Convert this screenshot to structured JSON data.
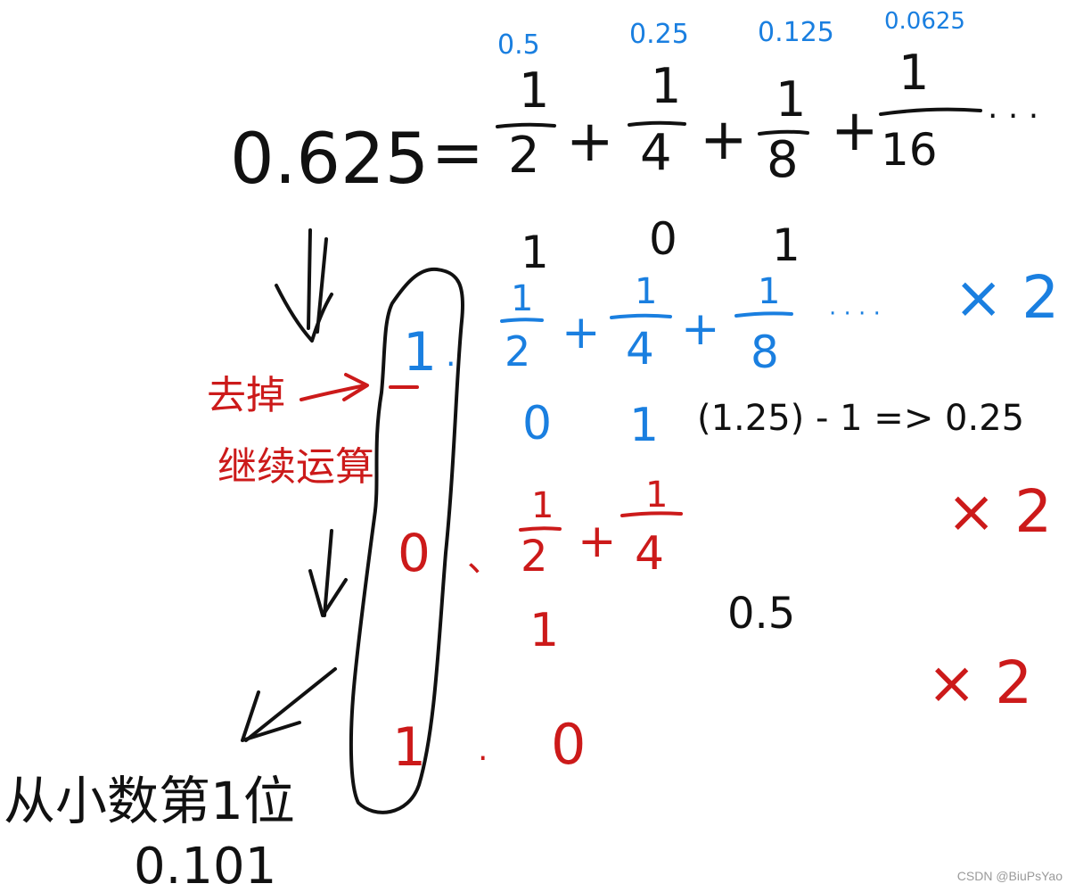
{
  "colors": {
    "black": "#111111",
    "blue": "#1a7fe0",
    "red": "#cc1a1a"
  },
  "top_values": {
    "v1": "0.5",
    "v2": "0.25",
    "v3": "0.125",
    "v4": "0.0625"
  },
  "eq1": {
    "lhs": "0.625",
    "eq": "=",
    "n1": "1",
    "d1": "2",
    "n2": "1",
    "d2": "4",
    "n3": "1",
    "d3": "8",
    "n4": "1",
    "d4": "16",
    "plus": "+",
    "dots": "· · ·"
  },
  "bits_row1": {
    "b1": "1",
    "b2": "0",
    "b3": "1"
  },
  "step1": {
    "int": "1",
    "dot": ".",
    "n1": "1",
    "d1": "2",
    "n2": "1",
    "d2": "4",
    "n3": "1",
    "d3": "8",
    "plus": "+",
    "dots": "· · · ·",
    "times": "× 2",
    "bit_a": "0",
    "bit_b": "1",
    "note": "(1.25) - 1 => 0.25"
  },
  "annotation": {
    "remove": "去掉",
    "continue": "继续运算"
  },
  "step2": {
    "int": "0",
    "dot": "、",
    "n1": "1",
    "d1": "2",
    "n2": "1",
    "d2": "4",
    "plus": "+",
    "times": "× 2",
    "bit": "1",
    "note": "0.5"
  },
  "step3": {
    "int": "1",
    "dot": ".",
    "rest": "0",
    "times": "× 2"
  },
  "bottom": {
    "label": "从小数第1位",
    "result": "0.101"
  },
  "watermark": "CSDN @BiuPsYao"
}
